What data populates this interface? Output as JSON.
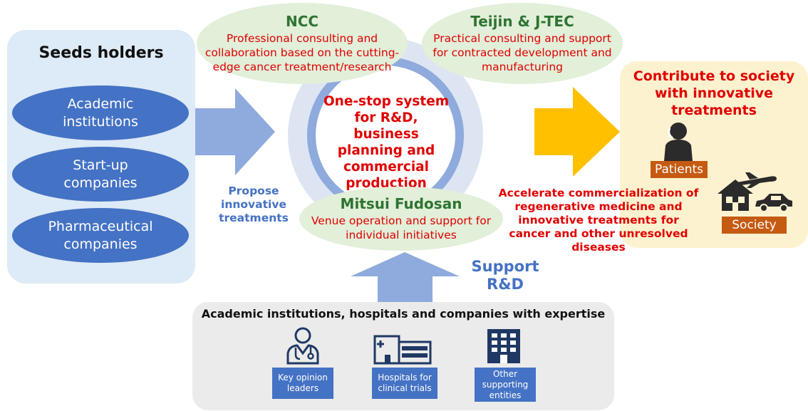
{
  "seeds": {
    "title": "Seeds holders",
    "items": [
      "Academic\ninstitutions",
      "Start-up\ncompanies",
      "Pharmaceutical\ncompanies"
    ]
  },
  "propose": "Propose\ninnovative\ntreatments",
  "center": "One-stop system\nfor R&D, business\nplanning and\ncommercial\nproduction",
  "ncc": {
    "title": "NCC",
    "body": "Professional consulting and\ncollaboration based on the cutting-\nedge cancer treatment/research"
  },
  "teijin": {
    "title": "Teijin & J-TEC",
    "body": "Practical consulting and support\nfor contracted development and\nmanufacturing"
  },
  "mitsui": {
    "title": "Mitsui Fudosan",
    "body": "Venue operation and support for\nindividual initiatives"
  },
  "contribute": {
    "title": "Contribute to society\nwith innovative\ntreatments",
    "patients": "Patients",
    "society": "Society"
  },
  "accelerate": "Accelerate commercialization of\nregenerative medicine and\ninnovative treatments for\ncancer and other unresolved\ndiseases",
  "support": "Support\nR&D",
  "expertise": {
    "title": "Academic institutions, hospitals and companies with expertise",
    "items": [
      {
        "label": "Key opinion\nleaders",
        "icon": "doctor-icon"
      },
      {
        "label": "Hospitals for\nclinical trials",
        "icon": "hospital-icon"
      },
      {
        "label": "Other\nsupporting\nentities",
        "icon": "office-building-icon"
      }
    ]
  },
  "colors": {
    "seeds_bg": "#ddeaf7",
    "blue": "#4472c4",
    "light_blue_arrow": "#8faadc",
    "ring": "#c9d6ec",
    "green_bg": "#e2efd9",
    "green_text": "#2e7431",
    "red_text": "#e00000",
    "gold_arrow": "#ffc000",
    "contribute_bg": "#fdf2cf",
    "orange_label": "#c55a11",
    "gray_panel": "#ebebeb",
    "dark_navy": "#1f3864"
  }
}
